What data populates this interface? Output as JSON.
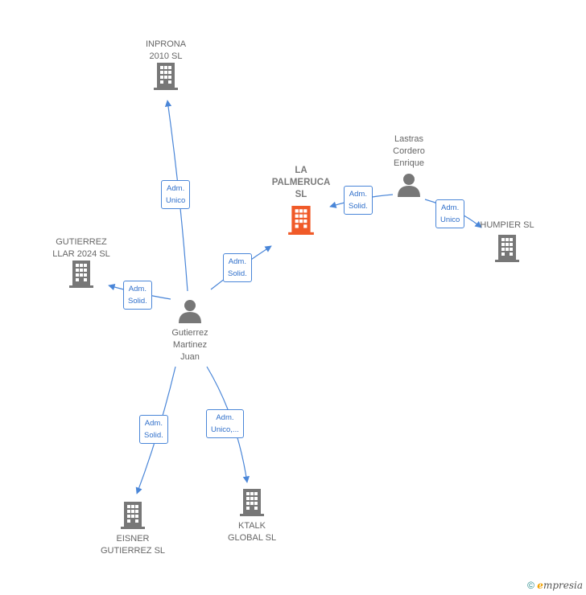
{
  "colors": {
    "edge": "#4a86d8",
    "company": "#777777",
    "central_company": "#f05a28",
    "person": "#777777"
  },
  "nodes": {
    "central": {
      "label": "LA\nPALMERUCA\nSL",
      "icon": "building-icon"
    },
    "inprona": {
      "label": "INPRONA\n2010 SL",
      "icon": "building-icon"
    },
    "gutierrez_llar": {
      "label": "GUTIERREZ\nLLAR 2024  SL",
      "icon": "building-icon"
    },
    "humpier": {
      "label": "HUMPIER  SL",
      "icon": "building-icon"
    },
    "eisner": {
      "label": "EISNER\nGUTIERREZ  SL",
      "icon": "building-icon"
    },
    "ktalk": {
      "label": "KTALK\nGLOBAL  SL",
      "icon": "building-icon"
    },
    "gutierrez_juan": {
      "label": "Gutierrez\nMartinez\nJuan",
      "icon": "person-icon"
    },
    "lastras": {
      "label": "Lastras\nCordero\nEnrique",
      "icon": "person-icon"
    }
  },
  "edges": {
    "juan_inprona": "Adm.\nUnico",
    "juan_llar": "Adm.\nSolid.",
    "juan_central": "Adm.\nSolid.",
    "juan_eisner": "Adm.\nSolid.",
    "juan_ktalk": "Adm.\nUnico,...",
    "lastras_central": "Adm.\nSolid.",
    "lastras_humpier": "Adm.\nUnico"
  },
  "footer": {
    "copyright": "©",
    "brand_first": "e",
    "brand_rest": "mpresia"
  }
}
